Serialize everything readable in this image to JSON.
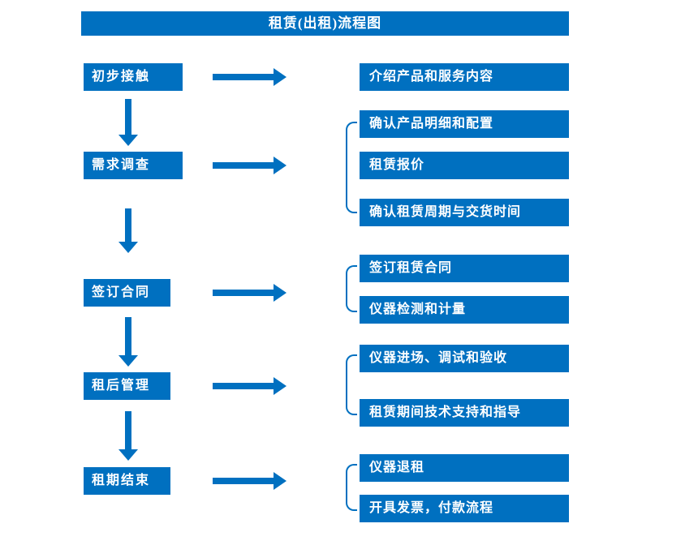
{
  "title": "租赁(出租)流程图",
  "steps": [
    {
      "label": "初步接触",
      "details": [
        "介绍产品和服务内容"
      ]
    },
    {
      "label": "需求调查",
      "details": [
        "确认产品明细和配置",
        "租赁报价",
        "确认租赁周期与交货时间"
      ]
    },
    {
      "label": "签订合同",
      "details": [
        "签订租赁合同",
        "仪器检测和计量"
      ]
    },
    {
      "label": "租后管理",
      "details": [
        "仪器进场、调试和验收",
        "租赁期间技术支持和指导"
      ]
    },
    {
      "label": "租期结束",
      "details": [
        "仪器退租",
        "开具发票，付款流程"
      ]
    }
  ],
  "colors": {
    "primary": "#0070C0",
    "box_text": "#FFFFFF",
    "background": "#FFFFFF"
  }
}
